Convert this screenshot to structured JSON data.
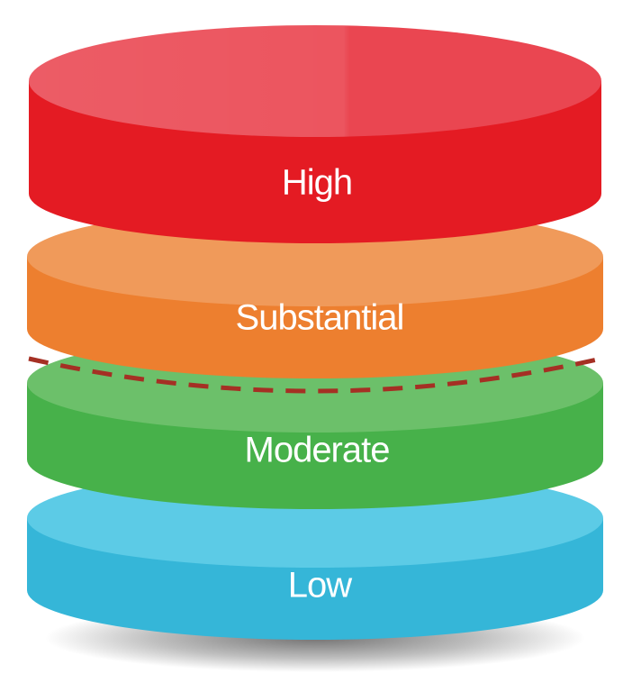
{
  "diagram": {
    "type": "stacked-cylinder",
    "layers": [
      {
        "label": "High",
        "color": "#e41b23",
        "top_color": "#ea4651"
      },
      {
        "label": "Substantial",
        "color": "#ed7f2f",
        "top_color": "#f09a5a"
      },
      {
        "label": "Moderate",
        "color": "#47b14a",
        "top_color": "#6cc06a"
      },
      {
        "label": "Low",
        "color": "#35b6d8",
        "top_color": "#5ccbe6"
      }
    ],
    "threshold_line": {
      "style": "dashed",
      "color": "#a53024",
      "between": [
        "Substantial",
        "Moderate"
      ]
    }
  }
}
